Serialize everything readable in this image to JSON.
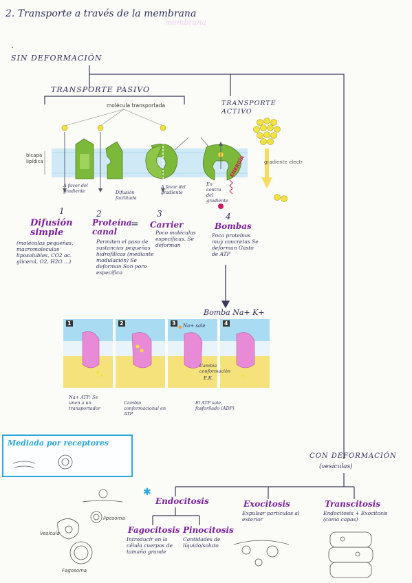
{
  "header": {
    "section_title": "2. Transporte a través de la membrana",
    "faint_text": "membrana"
  },
  "sin_deformacion": {
    "label": "SIN DEFORMACIÓN",
    "transporte_pasivo": "TRANSPORTE PASIVO",
    "transporte_activo": "TRANSPORTE ACTIVO",
    "molecula": "molécula transportada",
    "bicapa": "bicapa lipídica",
    "gradiente": "gradiente electroquímico",
    "energia": "ENERGÍA",
    "fig_labels": {
      "a_favor": "A favor del gradiente",
      "difusion_facilitada": "Difusión facilitada",
      "a_favor2": "A favor del gradiente",
      "en_contra": "En contra del gradiente"
    },
    "items": [
      {
        "num": "1",
        "title": "Difusión simple",
        "desc": "(moléculas pequeñas, macromoleculas liposolubles, CO2 ac. glicerol, O2, H2O ...)"
      },
      {
        "num": "2",
        "title": "Proteína canal",
        "desc": "Permiten el paso de sustancias pequeñas hidrofílicas (mediante modulación) Se deforman Son poro específico"
      },
      {
        "num": "3",
        "title": "Carrier",
        "desc": "Poco moléculas específicas. Se deforman"
      },
      {
        "num": "4",
        "title": "Bombas",
        "desc": "Poca proteínas muy concretas Se deforman Gasto de ATP"
      }
    ]
  },
  "bomba": {
    "title": "Bomba Na+ K+",
    "panels": [
      "1",
      "2",
      "3",
      "4"
    ],
    "panel3_label": "Na+ sale",
    "panel3_label2": "Cambia conformación",
    "panel3_ek": "E.K.",
    "notes": [
      "Na+ ATP: Se unen a un transportador",
      "Cambio conformacional en ATP",
      "El ATP sale, fosforilado (ADP)"
    ]
  },
  "mediada": {
    "label": "Mediada por receptores"
  },
  "con_deformacion": {
    "label": "CON DEFORMACIÓN",
    "sub": "(vesículas)",
    "endocitosis": "Endocitosis",
    "exocitosis": "Exocitosis",
    "exo_desc": "Expulsar partículas al exterior",
    "transcitosis": "Transcitosis",
    "trans_desc": "Endocitosis + Exocitosis (como capas)",
    "fagocitosis": "Fagocitosis",
    "fago_desc": "Introducir en la célula cuerpos de tamaño grande",
    "pinocitosis": "Pinocitosis",
    "pino_desc": "Cantidades de líquido/soluto",
    "labels": {
      "liposoma": "liposoma",
      "fagosoma": "Fagosoma",
      "vesicula": "Vesícula"
    }
  },
  "colors": {
    "ink": "#2d2f58",
    "purple": "#7a1fa0",
    "protein_green": "#7cb83a",
    "membrane_blue": "#bfe3f4",
    "cytosol_yellow": "#f6e27a",
    "pump_pink": "#e98ad6",
    "box_blue": "#2aa6e0",
    "energy_red": "#d6175d",
    "molecule_yellow": "#f2e240"
  }
}
